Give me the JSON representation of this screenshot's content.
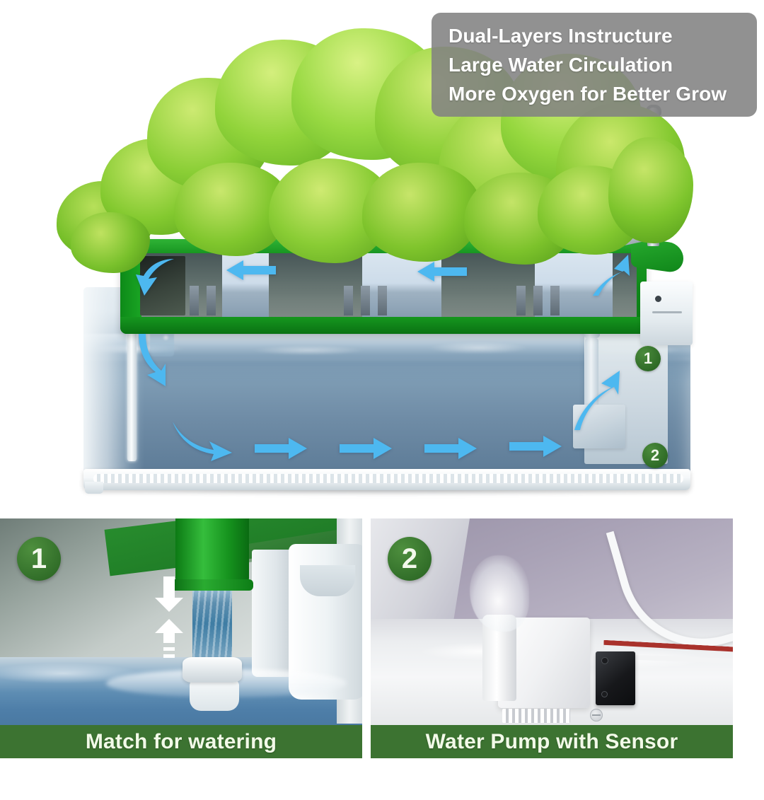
{
  "hero": {
    "feature_box": {
      "lines": [
        "Dual-Layers Instructure",
        "Large Water Circulation",
        "More Oxygen for Better Grow"
      ],
      "background_color": "#828282",
      "text_color": "#ffffff"
    },
    "callouts": [
      {
        "number": "1",
        "meaning": "water-inlet-nozzle"
      },
      {
        "number": "2",
        "meaning": "water-pump-with-sensor"
      }
    ],
    "colors": {
      "tray_green": "#14921e",
      "water_blue": "#6f8ca6",
      "arrow_blue": "#4db8f0",
      "badge_green": "#2f6b27"
    },
    "arrows": {
      "upper_layer_label": "upper tray airflow arrows",
      "lower_layer_label": "tank water circulation arrows"
    }
  },
  "panels": [
    {
      "badge": "1",
      "caption": "Match for watering",
      "caption_bg": "#3c7331",
      "caption_color": "#f2fae8",
      "scene": "green nozzle pouring water column into reservoir with up and down flow arrows"
    },
    {
      "badge": "2",
      "caption": "Water Pump with Sensor",
      "caption_bg": "#3c7331",
      "caption_color": "#f2fae8",
      "scene": "white submersible water pump with black sensor module, red and white wires and white tube"
    }
  ]
}
